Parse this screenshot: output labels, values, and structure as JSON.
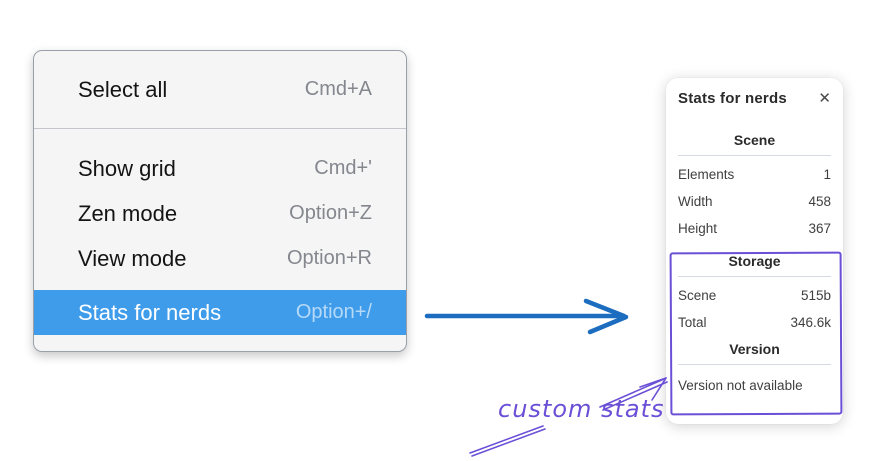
{
  "menu": {
    "items": [
      {
        "label": "Select all",
        "shortcut": "Cmd+A",
        "selected": false
      },
      {
        "label": "Show grid",
        "shortcut": "Cmd+'",
        "selected": false
      },
      {
        "label": "Zen mode",
        "shortcut": "Option+Z",
        "selected": false
      },
      {
        "label": "View mode",
        "shortcut": "Option+R",
        "selected": false
      },
      {
        "label": "Stats for nerds",
        "shortcut": "Option+/",
        "selected": true
      }
    ]
  },
  "stats_panel": {
    "title": "Stats for nerds",
    "close_icon": "✕",
    "sections": [
      {
        "heading": "Scene",
        "rows": [
          {
            "label": "Elements",
            "value": "1"
          },
          {
            "label": "Width",
            "value": "458"
          },
          {
            "label": "Height",
            "value": "367"
          }
        ]
      },
      {
        "heading": "Storage",
        "rows": [
          {
            "label": "Scene",
            "value": "515b"
          },
          {
            "label": "Total",
            "value": "346.6k"
          }
        ]
      },
      {
        "heading": "Version",
        "note": "Version not available"
      }
    ]
  },
  "annotation": {
    "label": "custom stats"
  },
  "colors": {
    "menu_highlight": "#3e9ceb",
    "blue_arrow": "#1c6dbf",
    "annotation_purple": "#6b4fd6"
  }
}
